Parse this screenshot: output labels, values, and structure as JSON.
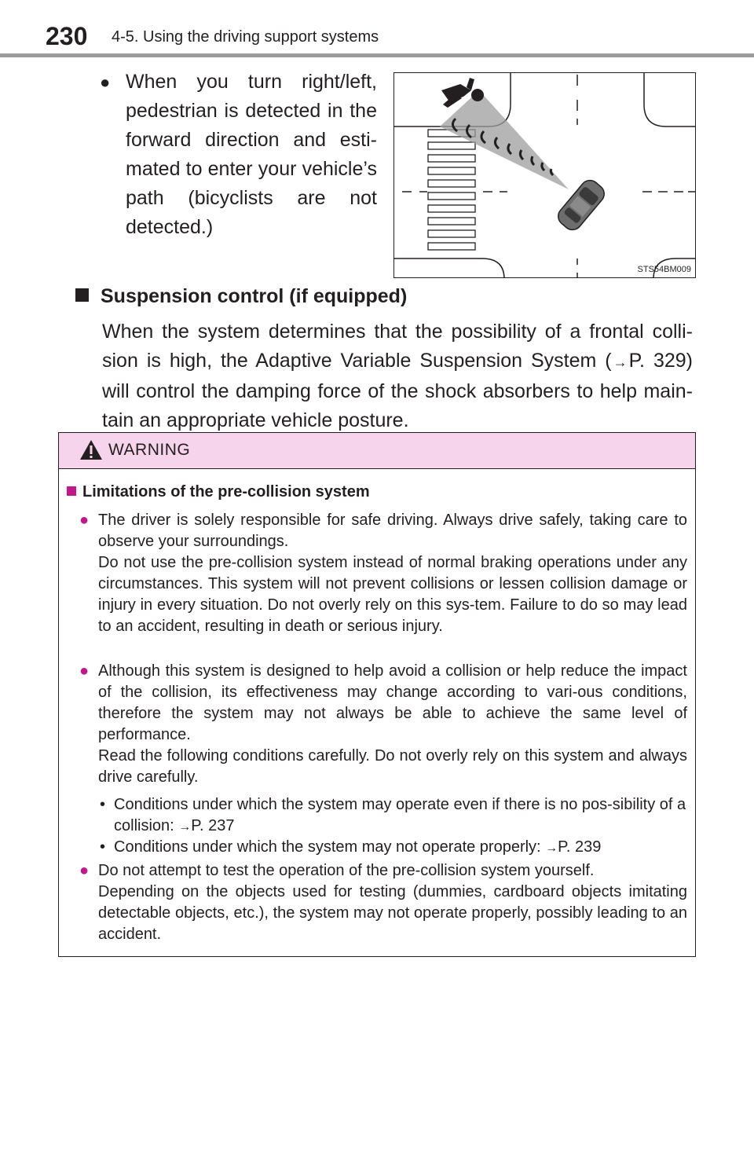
{
  "header": {
    "page_number": "230",
    "section_title": "4-5. Using the driving support systems"
  },
  "bullet": {
    "symbol": "●",
    "text": "When you turn right/left, pedestrian is detected in the forward direction and esti-mated to enter your vehicle’s path (bicyclists are not detected.)"
  },
  "figure": {
    "code": "STS54BM009"
  },
  "suspension": {
    "heading": "Suspension control (if equipped)",
    "text_before_ref": "When the system determines that the possibility of a frontal colli-sion is high, the Adaptive Variable Suspension System (",
    "ref_arrow": "→",
    "ref_text": "P. 329",
    "text_after_ref": ") will control the damping force of the shock absorbers to help main-tain an appropriate vehicle posture."
  },
  "warning": {
    "title": "WARNING",
    "subheading": "Limitations of the pre-collision system",
    "item1": {
      "para1": "The driver is solely responsible for safe driving. Always drive safely, taking care to observe your surroundings.",
      "para2": "Do not use the pre-collision system instead of normal braking operations under any circumstances. This system will not prevent collisions or lessen collision damage or injury in every situation. Do not overly rely on this sys-tem. Failure to do so may lead to an accident, resulting in death or serious injury."
    },
    "item2": {
      "para1": "Although this system is designed to help avoid a collision or help reduce the impact of the collision, its effectiveness may change according to vari-ous conditions, therefore the system may not always be able to achieve the same level of performance.",
      "para2": "Read the following conditions carefully. Do not overly rely on this system and always drive carefully."
    },
    "sub1": {
      "bullet": "•",
      "text": "Conditions under which the system may operate even if there is no pos-sibility of a collision: ",
      "arrow": "→",
      "ref": "P. 237"
    },
    "sub2": {
      "bullet": "•",
      "text": "Conditions under which the system may not operate properly: ",
      "arrow": "→",
      "ref": "P. 239"
    },
    "item3": {
      "para1": "Do not attempt to test the operation of the pre-collision system yourself.",
      "para2": "Depending on the objects used for testing (dummies, cardboard objects imitating detectable objects, etc.), the system may not operate properly, possibly leading to an accident."
    }
  },
  "colors": {
    "text": "#231f20",
    "warning_header_bg": "#f6d4ec",
    "warning_accent": "#c2168a",
    "header_rule": "#9a9a9a"
  }
}
